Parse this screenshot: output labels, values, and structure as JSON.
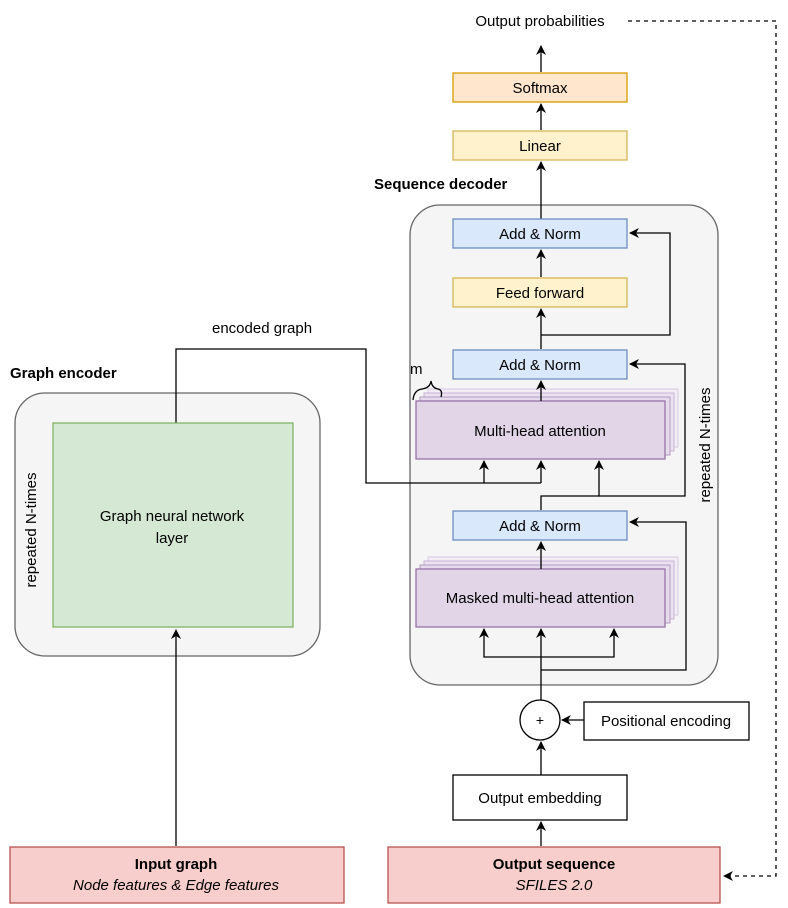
{
  "labels": {
    "output_probabilities": "Output probabilities",
    "softmax": "Softmax",
    "linear": "Linear",
    "sequence_decoder": "Sequence decoder",
    "add_norm": "Add & Norm",
    "feed_forward": "Feed forward",
    "encoded_graph": "encoded graph",
    "graph_encoder": "Graph encoder",
    "m": "m",
    "multi_head_attention": "Multi-head attention",
    "repeated_n_times": "repeated N-times",
    "gnn_line1": "Graph neural network",
    "gnn_line2": "layer",
    "masked_multi_head_attention": "Masked multi-head attention",
    "plus": "+",
    "positional_encoding": "Positional encoding",
    "output_embedding": "Output embedding",
    "input_graph_title": "Input graph",
    "input_graph_sub": "Node features & Edge features",
    "output_sequence_title": "Output sequence",
    "output_sequence_sub": "SFILES 2.0"
  },
  "colors": {
    "softmax_fill": "#ffe6cc",
    "softmax_stroke": "#d79b00",
    "linear_fill": "#fff2cc",
    "linear_stroke": "#d6b656",
    "norm_fill": "#dae8fc",
    "norm_stroke": "#6c8ebf",
    "attention_fill": "#e1d5e7",
    "attention_stroke": "#9673a6",
    "gnn_fill": "#d5e8d4",
    "gnn_stroke": "#82b366",
    "io_fill": "#f8cecc",
    "io_stroke": "#b85450",
    "container_fill": "#f5f5f5",
    "container_stroke": "#666666"
  }
}
